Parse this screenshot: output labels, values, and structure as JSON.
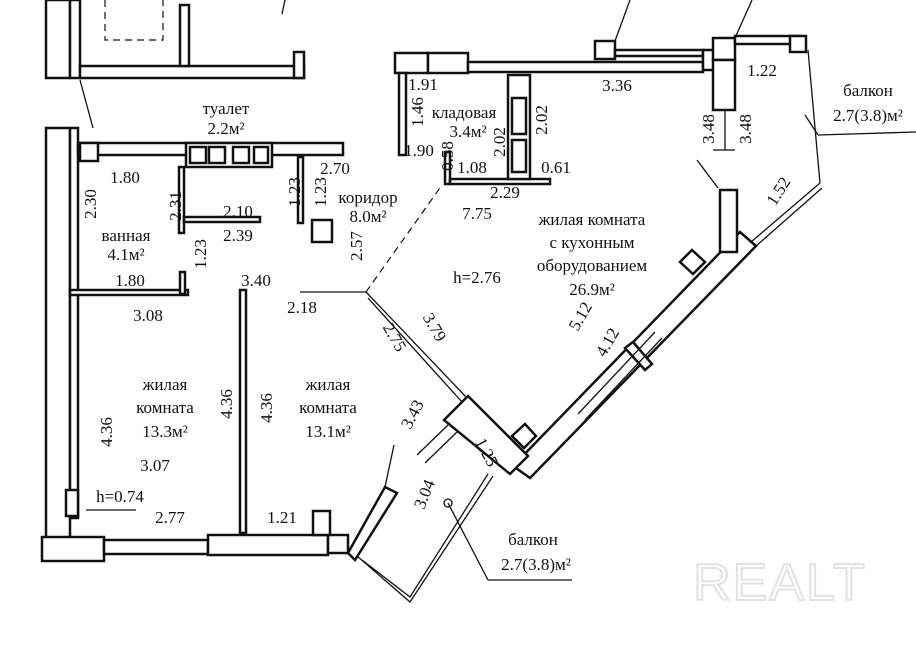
{
  "rooms": {
    "toilet": {
      "name": "туалет",
      "area": "2.2м²"
    },
    "bathroom": {
      "name": "ванная",
      "area": "4.1м²"
    },
    "corridor": {
      "name": "коридор",
      "area": "8.0м²"
    },
    "storage": {
      "name": "кладовая",
      "area": "3.4м²"
    },
    "kitchen_living": {
      "line1": "жилая комната",
      "line2": "с кухонным",
      "line3": "оборудованием",
      "area": "26.9м²",
      "height": "h=2.76"
    },
    "living1": {
      "line1": "жилая",
      "line2": "комната",
      "area": "13.3м²"
    },
    "living2": {
      "line1": "жилая",
      "line2": "комната",
      "area": "13.1м²"
    },
    "balcony_bottom": {
      "name": "балкон",
      "area": "2.7(3.8)м²"
    },
    "balcony_top": {
      "name": "балкон",
      "area": "2.7(3.8)м²"
    }
  },
  "dimensions": [
    "1.80",
    "2.30",
    "2.31",
    "2.10",
    "2.39",
    "1.23",
    "1.23",
    "2.70",
    "2.57",
    "1.23",
    "1.80",
    "3.40",
    "3.08",
    "2.18",
    "1.91",
    "1.46",
    "1.90",
    "0.58",
    "1.08",
    "2.02",
    "2.02",
    "0.61",
    "2.29",
    "7.75",
    "3.36",
    "1.22",
    "3.48",
    "3.48",
    "1.52",
    "5.12",
    "4.12",
    "3.79",
    "2.75",
    "4.36",
    "4.36",
    "4.36",
    "3.07",
    "h=0.74",
    "2.77",
    "1.21",
    "3.43",
    "1.25",
    "3.04"
  ],
  "watermark": "REALT"
}
